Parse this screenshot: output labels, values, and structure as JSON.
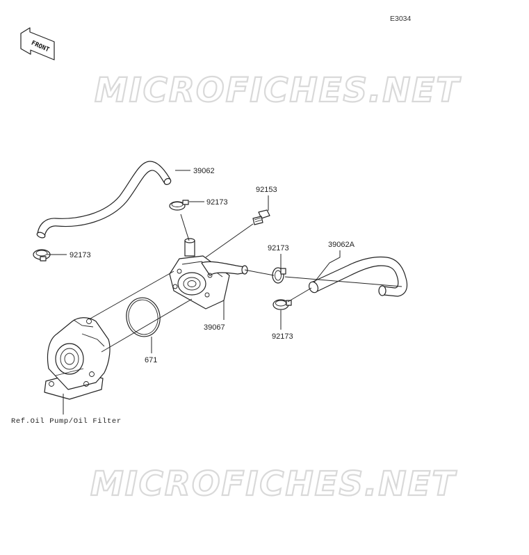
{
  "diagram_code": "E3034",
  "front_label": "FRONT",
  "watermark_text": "MICROFICHES.NET",
  "callouts": {
    "hose_upper": "39062",
    "clamp_upper": "92173",
    "clamp_left": "92173",
    "bolt": "92153",
    "clamp_mid": "92173",
    "hose_right": "39062A",
    "cooler": "39067",
    "clamp_lower": "92173",
    "oring": "671",
    "reference": "Ref.Oil Pump/Oil Filter"
  },
  "colors": {
    "line": "#222222",
    "watermark_stroke": "#d9d9d9"
  }
}
